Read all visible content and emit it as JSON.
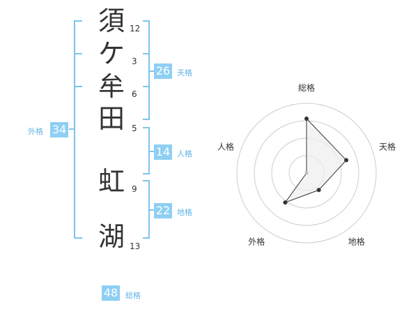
{
  "name": {
    "chars": [
      {
        "char": "須",
        "strokes": "12"
      },
      {
        "char": "ケ",
        "strokes": "3"
      },
      {
        "char": "牟",
        "strokes": "6"
      },
      {
        "char": "田",
        "strokes": "5"
      },
      {
        "char": "虹",
        "strokes": "9"
      },
      {
        "char": "湖",
        "strokes": "13"
      }
    ]
  },
  "fortune": {
    "tenkaku": {
      "value": "26",
      "label": "天格"
    },
    "jinkaku": {
      "value": "14",
      "label": "人格"
    },
    "chikaku": {
      "value": "22",
      "label": "地格"
    },
    "gaikaku": {
      "value": "34",
      "label": "外格"
    },
    "soukaku": {
      "value": "48",
      "label": "総格"
    }
  },
  "chart_data": {
    "type": "radar",
    "axes": [
      "総格",
      "天格",
      "地格",
      "外格",
      "人格"
    ],
    "values": [
      0.78,
      0.6,
      0.3,
      0.52,
      0.0
    ],
    "rings": 4,
    "colors": {
      "fill": "#eeeeee",
      "line": "#333333",
      "grid": "#cccccc"
    }
  }
}
